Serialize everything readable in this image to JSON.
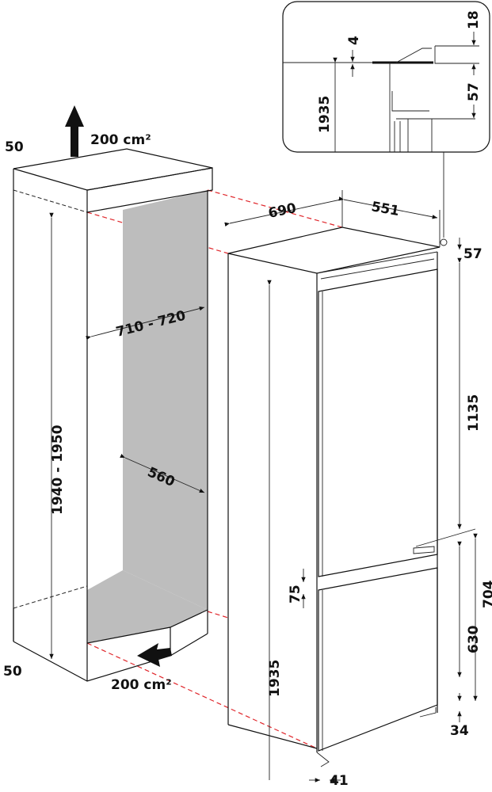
{
  "cabinet": {
    "vent_top": "200 cm²",
    "vent_bottom": "200 cm²",
    "gap_top": "50",
    "gap_bottom": "50",
    "niche_height": "1940 - 1950",
    "niche_depth": "710 - 720",
    "niche_width": "560"
  },
  "appliance": {
    "depth": "690",
    "width": "551",
    "top_offset": "57",
    "upper_door": "1135",
    "door_gap": "75",
    "lower_section": "704",
    "lower_door": "630",
    "total_height": "1935",
    "foot_height": "34",
    "foot_depth": "41"
  },
  "detail_inset": {
    "gap": "4",
    "thickness": "18",
    "offset": "57",
    "height": "1935"
  },
  "colors": {
    "guide_lines": "#e0262b",
    "niche_interior": "#bdbdbd"
  }
}
